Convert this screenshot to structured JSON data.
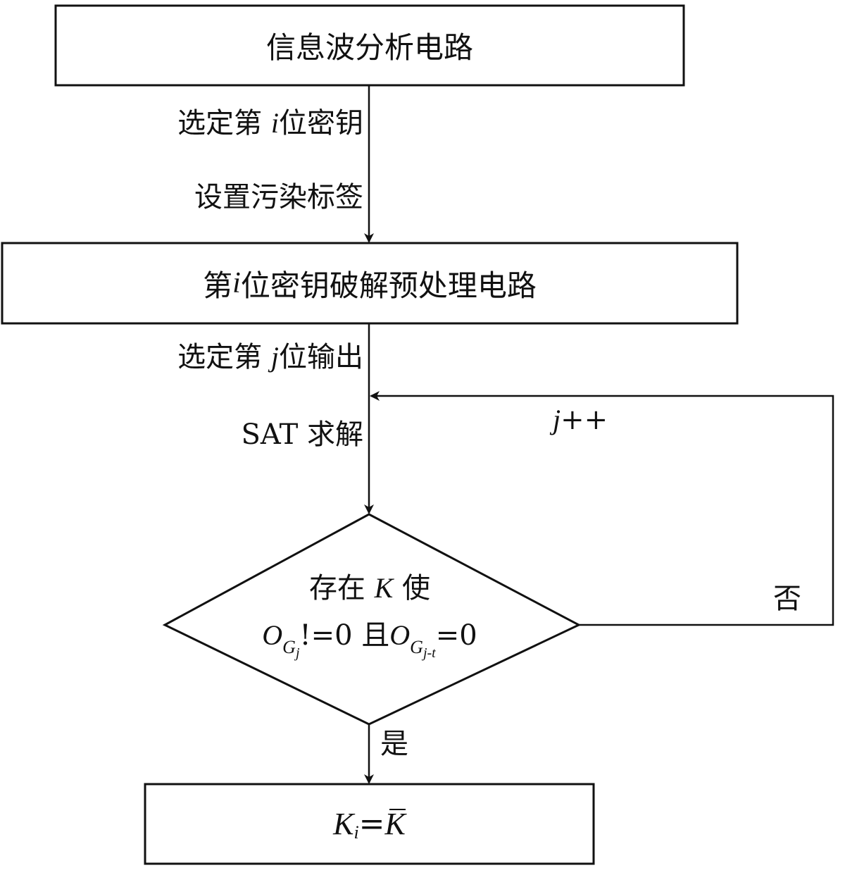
{
  "boxes": {
    "top": "信息波分析电路",
    "preprocess": {
      "prefix": "第 ",
      "var": "i",
      "suffix": "位密钥破解预处理电路"
    },
    "result": {
      "lhs": "K",
      "lhs_sub": "i",
      "eq": "=",
      "rhs": "K"
    }
  },
  "edges": {
    "select_key": {
      "prefix": "选定第 ",
      "var": "i",
      "suffix": "位密钥"
    },
    "taint": "设置污染标签",
    "select_output": {
      "prefix": "选定第 ",
      "var": "j",
      "suffix": "位输出"
    },
    "sat": "SAT 求解",
    "loop": {
      "var": "j",
      "suffix": "++"
    },
    "no": "否",
    "yes": "是"
  },
  "decision": {
    "line1": {
      "prefix": "存在 ",
      "var": "K",
      "suffix": " 使"
    },
    "line2": {
      "o1": "O",
      "g1": "G",
      "g1_sub": "j",
      "neq": "!=0 且",
      "o2": "O",
      "g2": "G",
      "g2_sub": "j-t",
      "eq": "=0"
    }
  }
}
